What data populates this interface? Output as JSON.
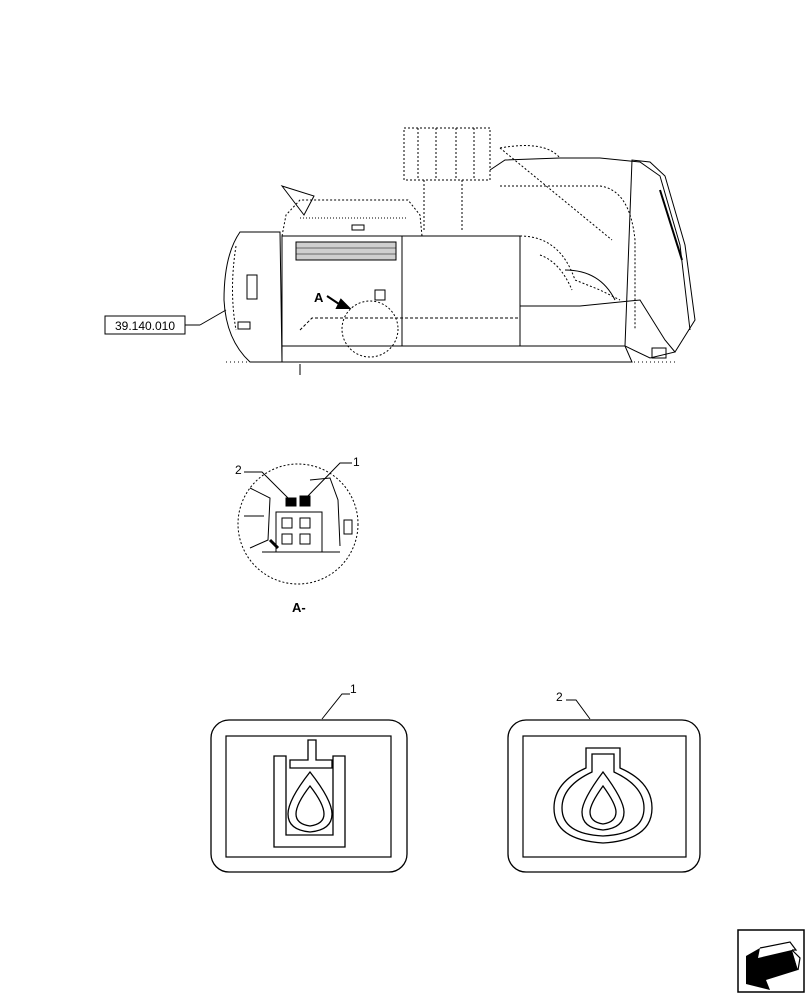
{
  "reference_box": {
    "code": "39.140.010"
  },
  "view_marker": {
    "letter": "A"
  },
  "detail": {
    "caption": "A-",
    "callout_1": "1",
    "callout_2": "2"
  },
  "decals": [
    {
      "number": "1",
      "icon": "hydraulic-oil-level-icon"
    },
    {
      "number": "2",
      "icon": "hydraulic-oil-drop-icon"
    }
  ],
  "nav": {
    "icon": "next-page-arrow-icon"
  }
}
